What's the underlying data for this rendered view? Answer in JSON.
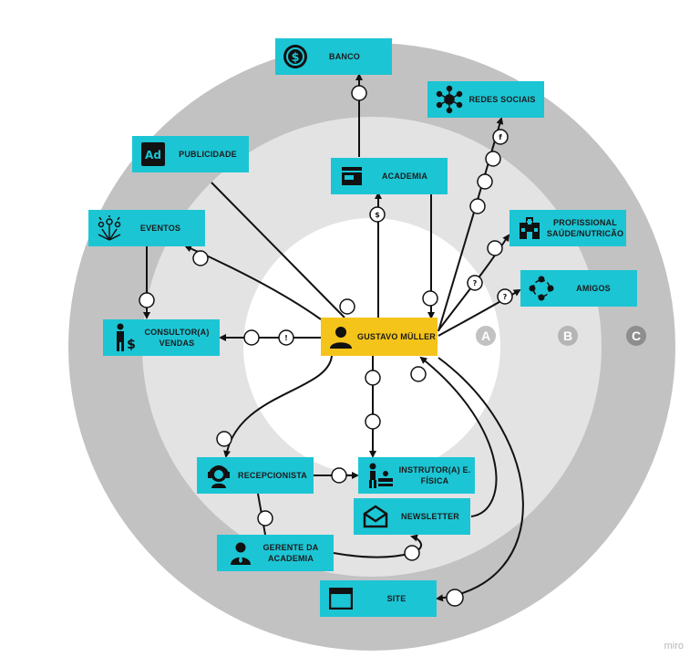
{
  "nodes": {
    "banco": "BANCO",
    "redes_sociais": "REDES SOCIAIS",
    "publicidade": "PUBLICIDADE",
    "academia": "ACADEMIA",
    "eventos": "EVENTOS",
    "profissional": "PROFISSIONAL SAÚDE/NUTRICÃO",
    "amigos": "AMIGOS",
    "consultor": "CONSULTOR(A) VENDAS",
    "central": "GUSTAVO MÜLLER",
    "recepcionista": "RECEPCIONISTA",
    "instrutor": "INSTRUTOR(A) E. FÍSICA",
    "newsletter": "NEWSLETTER",
    "gerente": "GERENTE DA ACADEMIA",
    "site": "SITE"
  },
  "rings": {
    "a": "A",
    "b": "B",
    "c": "C"
  },
  "colors": {
    "node": "#1cc5d4",
    "central": "#f5c41a",
    "ring_outer": "#c2c2c2",
    "ring_middle": "#e3e3e3",
    "ring_inner": "#ffffff"
  },
  "watermark": "miro"
}
